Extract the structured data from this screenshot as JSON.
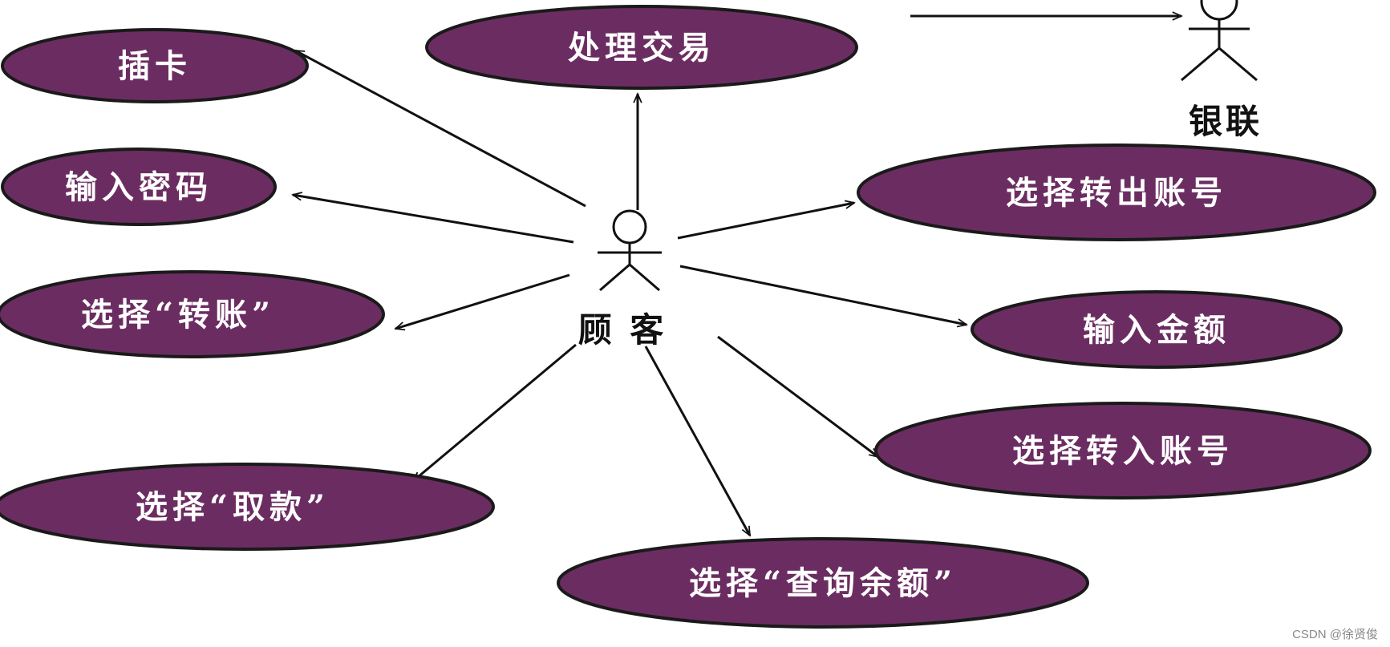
{
  "diagram": {
    "actors": {
      "customer": "顾 客",
      "bank": "银联"
    },
    "use_cases": {
      "insert_card": "插卡",
      "process_transaction": "处理交易",
      "enter_password": "输入密码",
      "select_from_account": "选择转出账号",
      "select_transfer": "选择“转账”",
      "enter_amount": "输入金额",
      "select_to_account": "选择转入账号",
      "select_withdraw": "选择“取款”",
      "select_balance": "选择“查询余额”"
    },
    "colors": {
      "use_case_fill": "#6b2d61",
      "use_case_stroke": "#1a1a1a",
      "line": "#111111"
    }
  },
  "watermark": "CSDN @徐贤俊"
}
